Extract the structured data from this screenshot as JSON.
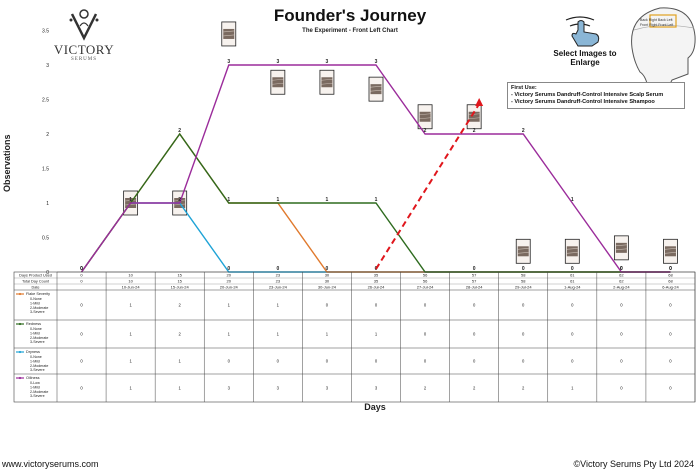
{
  "header": {
    "title": "Founder's Journey",
    "subtitle": "The Experiment - Front Left Chart",
    "logo_name": "VICTORY",
    "logo_sub": "SERUMS",
    "enlarge_text": "Select Images to Enlarge",
    "scalp_map_labels": [
      "Back Right",
      "Back Left",
      "Front Right",
      "Front Left"
    ]
  },
  "note": {
    "heading": "First Use:",
    "lines": [
      "- Victory Serums Dandruff-Control Intensive Scalp Serum",
      "- Victory Serums Dandruff-Control Intensive Shampoo"
    ]
  },
  "footer": {
    "website": "www.victoryserums.com",
    "copyright": "©Victory Serums Pty Ltd 2024"
  },
  "chart_data": {
    "type": "line",
    "ylabel": "Observations",
    "xlabel": "Days",
    "ylim": [
      0,
      3.5
    ],
    "y_ticks": [
      0,
      0.5,
      1,
      1.5,
      2,
      2.5,
      3,
      3.5
    ],
    "days_used_label": "Days Product Used",
    "total_days_label": "Total Day Count",
    "date_label": "Date",
    "days_used": [
      "0",
      "10",
      "15",
      "20",
      "23",
      "30",
      "35",
      "56",
      "57",
      "58",
      "61",
      "62",
      "68"
    ],
    "total_days": [
      "0",
      "10",
      "15",
      "20",
      "23",
      "30",
      "35",
      "56",
      "57",
      "58",
      "61",
      "62",
      "68"
    ],
    "dates": [
      "",
      "10-Jun-24",
      "15-Jun-24",
      "20-Jun-24",
      "23-Jun-24",
      "30-Jun-24",
      "26-Jul-24",
      "27-Jul-24",
      "28-Jul-24",
      "29-Jul-24",
      "1-Aug-24",
      "2-Aug-24",
      "6-Aug-24"
    ],
    "series": [
      {
        "name": "Flake Severity",
        "scale": [
          "0-None",
          "1-Mild",
          "2-Moderate",
          "3-Severe"
        ],
        "color": "#e07a2e",
        "values": [
          0,
          1,
          2,
          1,
          1,
          0,
          0,
          0,
          0,
          0,
          0,
          0,
          0
        ]
      },
      {
        "name": "Redness",
        "scale": [
          "0-None",
          "1-Mild",
          "2-Moderate",
          "3-Severe"
        ],
        "color": "#2e6b1f",
        "values": [
          0,
          1,
          2,
          1,
          1,
          1,
          1,
          0,
          0,
          0,
          0,
          0,
          0
        ]
      },
      {
        "name": "Dryness",
        "scale": [
          "0-None",
          "1-Mild",
          "2-Moderate",
          "3-Severe"
        ],
        "color": "#1fa3d6",
        "values": [
          0,
          1,
          1,
          0,
          0,
          0,
          0,
          0,
          0,
          0,
          0,
          0,
          0
        ]
      },
      {
        "name": "Oiliness",
        "scale": [
          "0-Low",
          "1-Mild",
          "2-Moderate",
          "3-Severe"
        ],
        "color": "#9b2c9b",
        "values": [
          0,
          1,
          1,
          3,
          3,
          3,
          3,
          2,
          2,
          2,
          1,
          0,
          0
        ]
      }
    ],
    "point_labels": [
      "0",
      "1",
      "2",
      "3",
      "3",
      "3",
      "3",
      "2",
      "2",
      "2",
      "1",
      "0",
      "0"
    ],
    "dryness_zero_labels": [
      "",
      "",
      "",
      "0",
      "0",
      "0",
      "0",
      "",
      "0",
      "0",
      "0",
      "0",
      "0"
    ],
    "flake_zero_label": "0",
    "redness_ones": [
      "",
      "",
      "",
      "1",
      "1",
      "1",
      "1",
      "",
      "",
      "",
      "",
      "",
      ""
    ]
  }
}
